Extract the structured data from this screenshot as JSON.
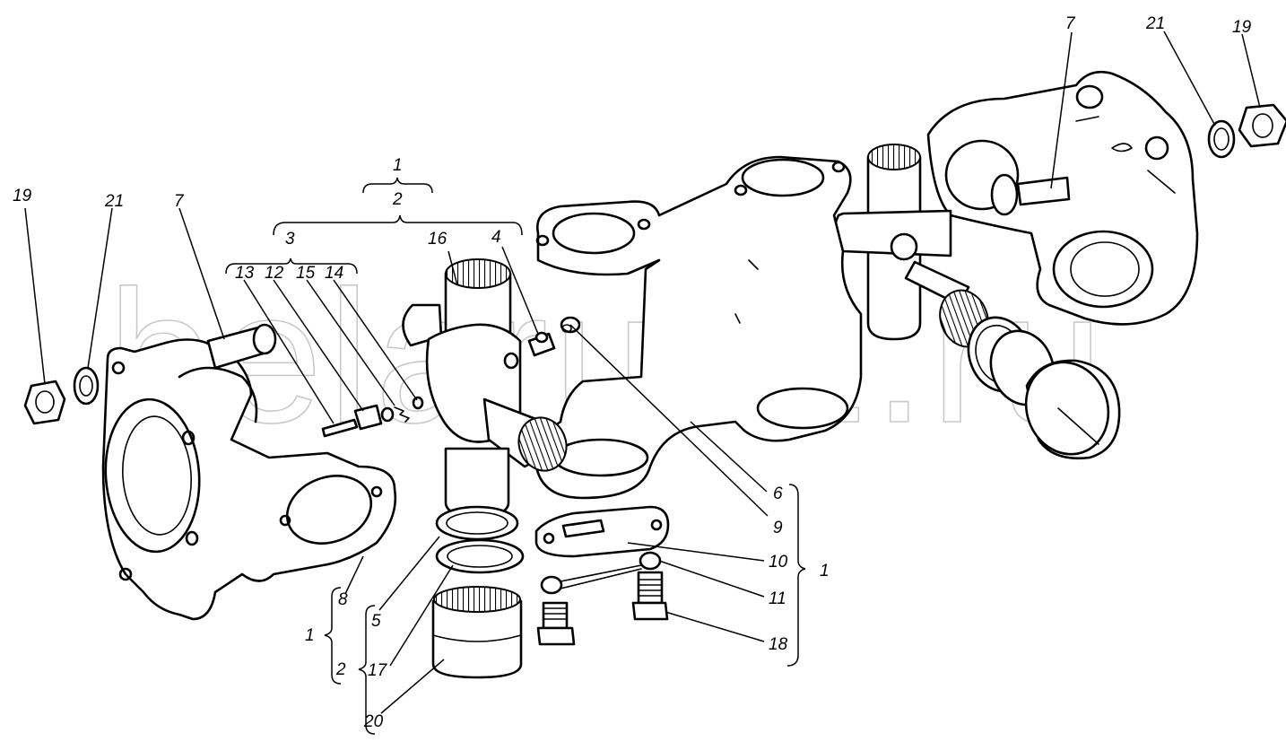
{
  "watermark": "belarus1.ru",
  "callouts": {
    "c19_left": "19",
    "c21_left": "21",
    "c7_left": "7",
    "c13": "13",
    "c12": "12",
    "c15": "15",
    "c14": "14",
    "c3": "3",
    "c2_top": "2",
    "c1_top": "1",
    "c16": "16",
    "c4": "4",
    "c6": "6",
    "c9": "9",
    "c10": "10",
    "c11": "11",
    "c18": "18",
    "c1_right": "1",
    "c8": "8",
    "c5": "5",
    "c17": "17",
    "c20": "20",
    "c1_bottom": "1",
    "c2_bottom": "2",
    "c7_right": "7",
    "c21_right": "21",
    "c19_right": "19"
  }
}
